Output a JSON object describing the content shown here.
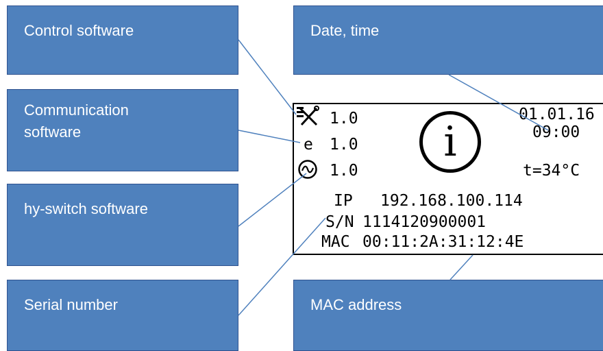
{
  "callouts": {
    "control_software": "Control software",
    "date_time": "Date, time",
    "communication_software": "Communication software",
    "hy_switch_software": "hy-switch software",
    "serial_number": "Serial number",
    "mac_address": "MAC address"
  },
  "display": {
    "versions": {
      "control": "1.0",
      "communication": "1.0",
      "hy_switch": "1.0"
    },
    "ethernet_glyph": "e",
    "info_glyph": "i",
    "date": "01.01.16",
    "time": "09:00",
    "temperature": "t=34°C",
    "ip_label": "IP",
    "ip_value": "192.168.100.114",
    "sn_label": "S/N",
    "sn_value": "1114120900001",
    "mac_label": "MAC",
    "mac_value": "00:11:2A:31:12:4E"
  },
  "icons": [
    "tools-icon",
    "ethernet-icon",
    "wave-icon",
    "info-icon"
  ],
  "colors": {
    "callout_fill": "#4f81bd",
    "callout_border": "#2f528f",
    "leader_line": "#4f81bd"
  }
}
